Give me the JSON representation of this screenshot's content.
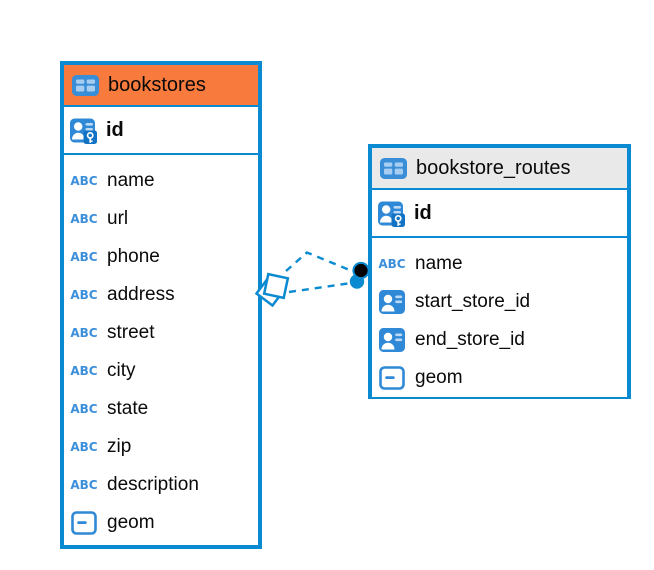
{
  "diagram": {
    "tables": [
      {
        "name": "bookstores",
        "header_style": "orange",
        "header_icon": "table-icon",
        "primary_key": {
          "name": "id",
          "icon": "primary-key-icon"
        },
        "columns": [
          {
            "name": "name",
            "type": "text",
            "icon": "text-column-icon"
          },
          {
            "name": "url",
            "type": "text",
            "icon": "text-column-icon"
          },
          {
            "name": "phone",
            "type": "text",
            "icon": "text-column-icon"
          },
          {
            "name": "address",
            "type": "text",
            "icon": "text-column-icon"
          },
          {
            "name": "street",
            "type": "text",
            "icon": "text-column-icon"
          },
          {
            "name": "city",
            "type": "text",
            "icon": "text-column-icon"
          },
          {
            "name": "state",
            "type": "text",
            "icon": "text-column-icon"
          },
          {
            "name": "zip",
            "type": "text",
            "icon": "text-column-icon"
          },
          {
            "name": "description",
            "type": "text",
            "icon": "text-column-icon"
          },
          {
            "name": "geom",
            "type": "geom",
            "icon": "geometry-column-icon"
          }
        ]
      },
      {
        "name": "bookstore_routes",
        "header_style": "gray",
        "header_icon": "table-icon",
        "primary_key": {
          "name": "id",
          "icon": "primary-key-icon"
        },
        "columns": [
          {
            "name": "name",
            "type": "text",
            "icon": "text-column-icon"
          },
          {
            "name": "start_store_id",
            "type": "fk",
            "icon": "foreign-key-column-icon"
          },
          {
            "name": "end_store_id",
            "type": "fk",
            "icon": "foreign-key-column-icon"
          },
          {
            "name": "geom",
            "type": "geom",
            "icon": "geometry-column-icon"
          }
        ]
      }
    ],
    "relationships": [
      {
        "from_table": "bookstore_routes",
        "to_table": "bookstores",
        "line_style": "dashed"
      },
      {
        "from_table": "bookstore_routes",
        "to_table": "bookstores",
        "line_style": "dashed"
      }
    ],
    "icons": {
      "abc_label": "ABC"
    },
    "colors": {
      "entity_border_blue": "#0a8bd1",
      "bookstores_header_orange": "#f87a3d",
      "routes_header_gray": "#e9e9e9",
      "icon_blue": "#2f89d6",
      "icon_light_blue": "#a7cdf1",
      "text_black": "#0a0a0a",
      "relationship_dot_black": "#000000"
    }
  }
}
